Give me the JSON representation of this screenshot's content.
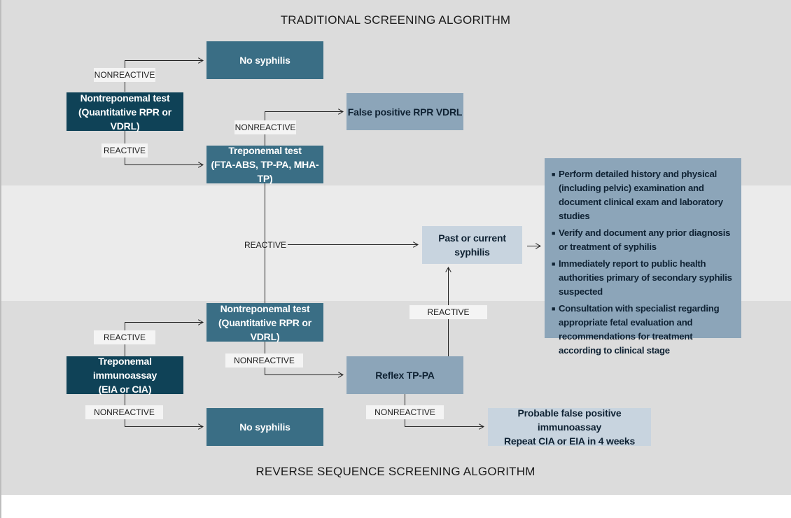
{
  "headings": {
    "top": "TRADITIONAL SCREENING ALGORITHM",
    "bottom": "REVERSE SEQUENCE SCREENING ALGORITHM"
  },
  "boxes": {
    "nontreponemal_top": "Nontreponemal test\n(Quantitative RPR or VDRL)",
    "no_syphilis_top": "No syphilis",
    "false_positive": "False positive RPR VDRL",
    "treponemal_test": "Treponemal test\n(FTA-ABS, TP-PA, MHA-TP)",
    "past_current": "Past or current syphilis",
    "nontreponemal_bottom": "Nontreponemal test\n(Quantitative RPR or VDRL)",
    "immunoassay": "Treponemal immunoassay\n(EIA or CIA)",
    "reflex": "Reflex TP-PA",
    "no_syphilis_bottom": "No syphilis",
    "probable_false": "Probable false positive immunoassay\nRepeat CIA or EIA in 4 weeks"
  },
  "labels": {
    "nonreactive_1": "NONREACTIVE",
    "reactive_1": "REACTIVE",
    "nonreactive_2": "NONREACTIVE",
    "reactive_mid": "REACTIVE",
    "reactive_reflex": "REACTIVE",
    "reactive_eia": "REACTIVE",
    "nonreactive_nontrep": "NONREACTIVE",
    "nonreactive_eia": "NONREACTIVE",
    "nonreactive_reflex": "NONREACTIVE"
  },
  "actions": [
    "Perform detailed history and physical (including pelvic) examination and document clinical exam and laboratory studies",
    "Verify and document any prior diagnosis or treatment of syphilis",
    "Immediately report to public health authorities primary of secondary syphilis suspected",
    "Consultation with specialist regarding appropriate fetal evaluation and recommendations for treatment according to clinical stage"
  ],
  "colors": {
    "band": "#dcdcdc",
    "band_middle": "#ebebeb",
    "dark_box": "#0f4257",
    "medium_box": "#3a6e85",
    "light_box": "#8ca5b9",
    "pale_box": "#c8d4df"
  }
}
